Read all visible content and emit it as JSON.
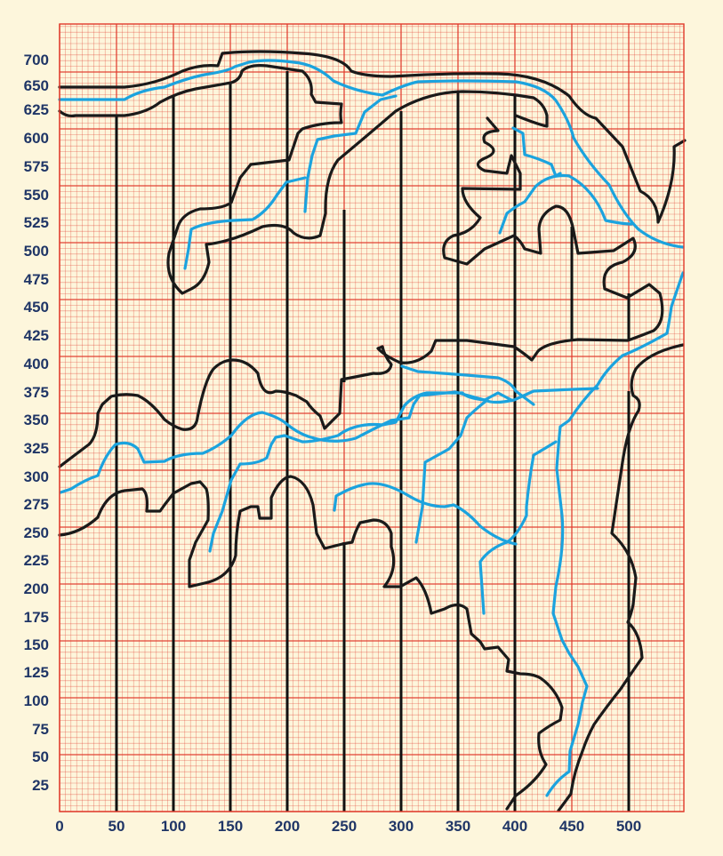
{
  "chart_data": {
    "type": "other",
    "grid": true,
    "x_ticks": [
      "0",
      "50",
      "100",
      "150",
      "200",
      "250",
      "300",
      "350",
      "400",
      "450",
      "500"
    ],
    "y_ticks": [
      "700",
      "650",
      "625",
      "600",
      "575",
      "550",
      "525",
      "500",
      "475",
      "450",
      "425",
      "400",
      "375",
      "350",
      "325",
      "300",
      "275",
      "250",
      "225",
      "200",
      "175",
      "150",
      "125",
      "100",
      "75",
      "50",
      "25"
    ],
    "xlim": [
      0,
      550
    ],
    "ylim": [
      0,
      710
    ],
    "vertical_lines_x": [
      50,
      100,
      150,
      200,
      250,
      300,
      350,
      400,
      450,
      500
    ],
    "river_color": "#1BA3DE",
    "contour_color": "#1a1a1a",
    "grid_color": "#E03A2B"
  }
}
